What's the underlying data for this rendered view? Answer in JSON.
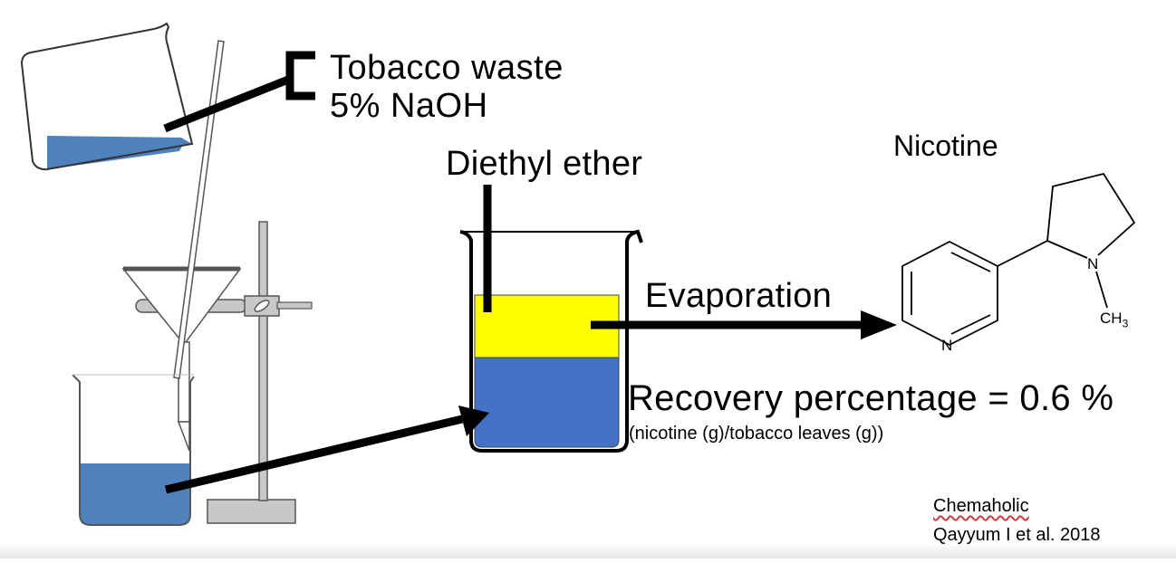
{
  "labels": {
    "tobacco_waste": "Tobacco waste",
    "naoh": "5% NaOH",
    "diethyl_ether": "Diethyl ether",
    "evaporation": "Evaporation",
    "recovery": "Recovery percentage = 0.6 %",
    "recovery_formula": "(nicotine (g)/tobacco leaves (g))",
    "nicotine_title": "Nicotine"
  },
  "structure": {
    "pyridine_n": "N",
    "pyrrolidine_n": "N",
    "methyl": "CH3"
  },
  "credits": {
    "line1": "Chemaholic",
    "line2": "Qayyum I et al. 2018"
  },
  "colors": {
    "solution_blue": "#4472c4",
    "pour_blue": "#4f81bd",
    "ether_yellow": "#ffff00",
    "stand_gray": "#c8c8c8",
    "ink": "#000000"
  }
}
